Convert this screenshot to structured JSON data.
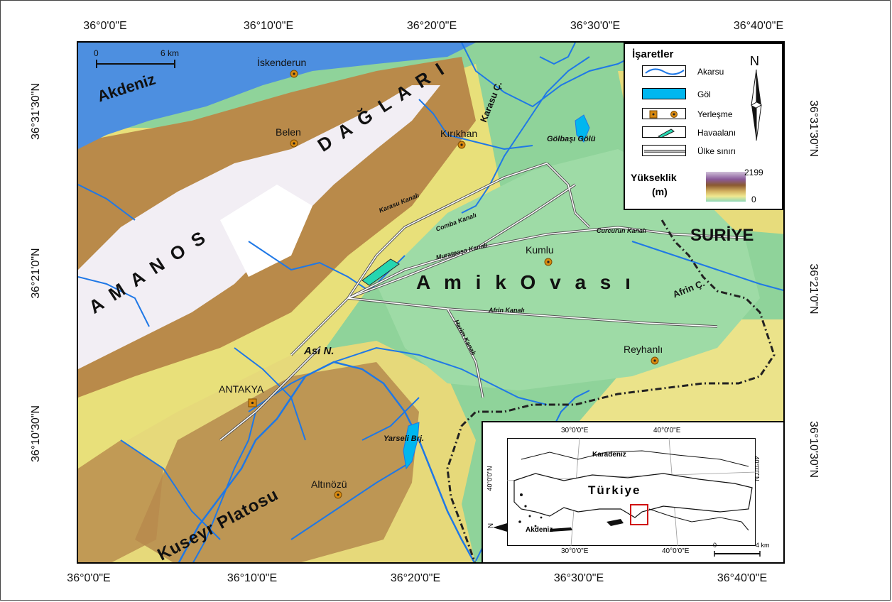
{
  "coords": {
    "top_lon": [
      "36°0'0\"E",
      "36°10'0\"E",
      "36°20'0\"E",
      "36°30'0\"E",
      "36°40'0\"E"
    ],
    "bottom_lon": [
      "36°0'0\"E",
      "36°10'0\"E",
      "36°20'0\"E",
      "36°30'0\"E",
      "36°40'0\"E"
    ],
    "left_lat": [
      "36°31'30\"N",
      "36°21'0\"N",
      "36°10'30\"N"
    ],
    "right_lat": [
      "36°31'30\"N",
      "36°21'0\"N",
      "36°10'30\"N"
    ]
  },
  "scalebar": {
    "zero": "0",
    "end": "6 km"
  },
  "labels": {
    "sea": "Akdeniz",
    "mountains_1": "A M A N O S",
    "mountains_2": "D A Ğ L A R I",
    "plain": "A m i k   O v a s ı",
    "country": "SURİYE",
    "plateau": "Kuseyr Platosu",
    "lake": "Gölbaşı Gölü",
    "asi": "Asi N.",
    "afrin_river": "Afrin Ç.",
    "karasu_river": "Karasu Ç.",
    "yarseli": "Yarseli Brj."
  },
  "cities": [
    {
      "name": "İskenderun"
    },
    {
      "name": "Belen"
    },
    {
      "name": "Kırıkhan"
    },
    {
      "name": "Kumlu"
    },
    {
      "name": "Reyhanlı"
    },
    {
      "name": "ANTAKYA"
    },
    {
      "name": "Altınözü"
    }
  ],
  "canals": {
    "karasu": "Karasu Kanalı",
    "comba": "Comba Kanalı",
    "muratpasa": "Muratpaşa Kanalı",
    "curcurun": "Curcurun Kanalı",
    "afrin": "Afrin Kanalı",
    "harim": "Harim Kanalı"
  },
  "legend": {
    "title": "İşaretler",
    "north": "N",
    "items": [
      "Akarsu",
      "Göl",
      "Yerleşme",
      "Havaalanı",
      "Ülke sınırı"
    ],
    "elev_title_1": "Yükseklik",
    "elev_title_2": "(m)",
    "elev_max": "2199",
    "elev_min": "0"
  },
  "inset": {
    "lon_top_1": "30°0'0\"E",
    "lon_top_2": "40°0'0\"E",
    "lon_bot_1": "30°0'0\"E",
    "lon_bot_2": "40°0'0\"E",
    "lat_left": "40°0'0\"N",
    "lat_right": "40°0'0\"N",
    "sea_north": "Karadeniz",
    "country": "Türkiye",
    "sea_south": "Akdeniz",
    "north": "N",
    "scale_zero": "0",
    "scale_end": "4 km"
  },
  "colors": {
    "sea": "#4d8fe0",
    "river": "#1f78e6",
    "lake": "#00b7ef",
    "plain": "#8fd39a",
    "mountain_high": "#f2eef4",
    "border": "#222222",
    "settlement": "#d98a10",
    "inset_box": "#d01010"
  }
}
